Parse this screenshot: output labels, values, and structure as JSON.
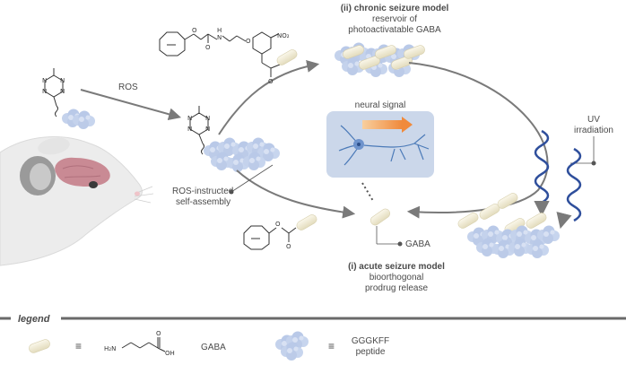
{
  "labels": {
    "chronic_title": "(ii) chronic seizure model",
    "chronic_line1": "reservoir of",
    "chronic_line2": "photoactivatable GABA",
    "ros": "ROS",
    "neural_signal": "neural signal",
    "uv_line1": "UV",
    "uv_line2": "irradiation",
    "ros_line1": "ROS-instructed",
    "ros_line2": "self-assembly",
    "gaba_pointer": "GABA",
    "acute_title": "(i) acute seizure model",
    "acute_line1": "bioorthogonal",
    "acute_line2": "prodrug release"
  },
  "legend": {
    "title": "legend",
    "equiv1": "≡",
    "equiv2": "≡",
    "gaba_label": "GABA",
    "peptide_line1": "GGGKFF",
    "peptide_line2": "peptide"
  },
  "chem": {
    "no2": "NO₂",
    "o": "O",
    "n": "N",
    "h": "H",
    "h2n": "H₂N",
    "oh": "OH"
  },
  "colors": {
    "arrow": "#7a7a7a",
    "capsule": "#efe8cf",
    "peptide": "#c4d2ec",
    "neuron_panel": "#cbd7ea",
    "uv_wave": "#2f4f9c",
    "signal_arrow": "#f0a868",
    "legend_bar": "#6a6a6a"
  }
}
